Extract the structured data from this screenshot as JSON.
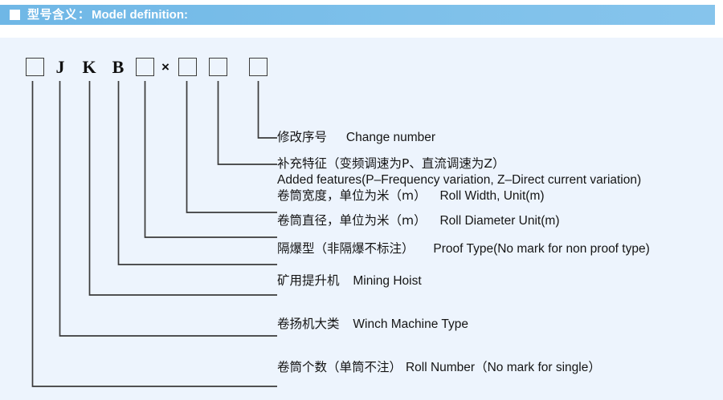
{
  "header": {
    "marker": "square-marker",
    "title_cn": "型号含义",
    "colon": "：",
    "title_en": "Model definition:"
  },
  "model_code": {
    "segments": [
      {
        "type": "box",
        "text": "",
        "name": "roll-number-box"
      },
      {
        "type": "letter",
        "text": "J",
        "name": "winch-type-letter"
      },
      {
        "type": "letter",
        "text": "K",
        "name": "mining-hoist-letter-k"
      },
      {
        "type": "letter",
        "text": "B",
        "name": "mining-hoist-letter-b"
      },
      {
        "type": "box",
        "text": "",
        "name": "proof-type-box"
      },
      {
        "type": "times",
        "text": "×",
        "name": "multiply-symbol"
      },
      {
        "type": "box",
        "text": "",
        "name": "roll-diameter-box"
      },
      {
        "type": "box",
        "text": "",
        "name": "roll-width-box"
      },
      {
        "type": "box",
        "text": "",
        "name": "added-features-box"
      }
    ]
  },
  "labels": [
    {
      "name": "change-number",
      "cn": "修改序号",
      "en": "Change number",
      "sub": ""
    },
    {
      "name": "added-features",
      "cn": "补充特征（变频调速为P、直流调速为Z）",
      "en": "",
      "sub": "Added features(P–Frequency variation, Z–Direct current variation)"
    },
    {
      "name": "roll-width",
      "cn": "卷筒宽度，单位为米（m）",
      "en": "Roll Width, Unit(m)",
      "sub": ""
    },
    {
      "name": "roll-diameter",
      "cn": "卷筒直径，单位为米（m）",
      "en": "Roll Diameter Unit(m)",
      "sub": ""
    },
    {
      "name": "proof-type",
      "cn": "隔爆型（非隔爆不标注）",
      "en": "Proof Type(No mark for non proof type)",
      "sub": ""
    },
    {
      "name": "mining-hoist",
      "cn": "矿用提升机",
      "en": "Mining Hoist",
      "sub": ""
    },
    {
      "name": "winch-machine-type",
      "cn": "卷扬机大类",
      "en": "Winch Machine Type",
      "sub": ""
    },
    {
      "name": "roll-number",
      "cn": "卷筒个数（单筒不注）",
      "en": "Roll Number（No mark for single）",
      "sub": ""
    }
  ],
  "colors": {
    "header_blue": "#7bbce8",
    "panel_background": "#edf4fd",
    "line_color": "#3a3a3a",
    "text_color": "#151515"
  }
}
